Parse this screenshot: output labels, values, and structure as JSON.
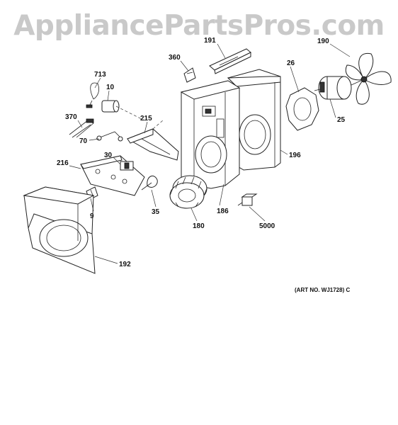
{
  "watermark": "AppliancePartsPros.com",
  "art_number": "(ART NO. WJ1728) C",
  "callouts": {
    "p191": "191",
    "p190": "190",
    "p360": "360",
    "p26": "26",
    "p713": "713",
    "p10": "10",
    "p25": "25",
    "p370": "370",
    "p215": "215",
    "p70": "70",
    "p196": "196",
    "p30": "30",
    "p216": "216",
    "p35": "35",
    "p186": "186",
    "p9": "9",
    "p5000": "5000",
    "p180": "180",
    "p192": "192"
  }
}
